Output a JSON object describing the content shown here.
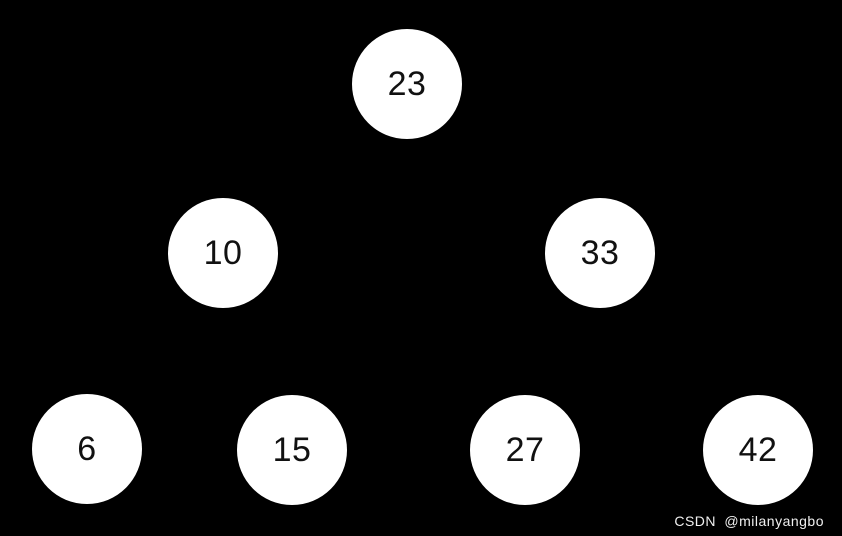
{
  "diagram": {
    "type": "binary-tree",
    "levels": [
      [
        "23"
      ],
      [
        "10",
        "33"
      ],
      [
        "6",
        "15",
        "27",
        "42"
      ]
    ],
    "edges_visible": false
  },
  "nodes": [
    {
      "label": "23"
    },
    {
      "label": "10"
    },
    {
      "label": "33"
    },
    {
      "label": "6"
    },
    {
      "label": "15"
    },
    {
      "label": "27"
    },
    {
      "label": "42"
    }
  ],
  "watermark": {
    "text": "CSDN @milanyangbo"
  },
  "colors": {
    "background": "#000000",
    "node_fill": "#ffffff",
    "node_text": "#111111",
    "watermark_text": "#f0f0f0"
  }
}
